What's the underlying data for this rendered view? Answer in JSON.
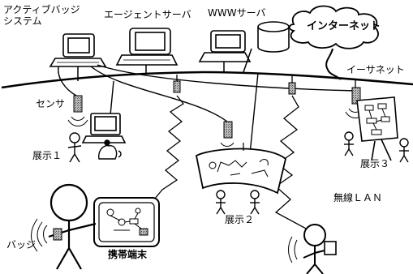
{
  "labels": {
    "active_badge_system_line1": "アクティブバッジ",
    "active_badge_system_line2": "システム",
    "agent_server": "エージェントサーバ",
    "www_server": "WWWサーバ",
    "internet": "インターネット",
    "ethernet": "イーサネット",
    "sensor": "センサ",
    "exhibit1": "展示１",
    "exhibit2": "展示２",
    "exhibit3": "展示３",
    "wireless_lan": "無線ＬＡＮ",
    "badge": "バッジ",
    "mobile_terminal": "携帯端末"
  },
  "colors": {
    "ink": "#000000",
    "background": "#ffffff",
    "sensor_fill": "#8a8a8a"
  }
}
